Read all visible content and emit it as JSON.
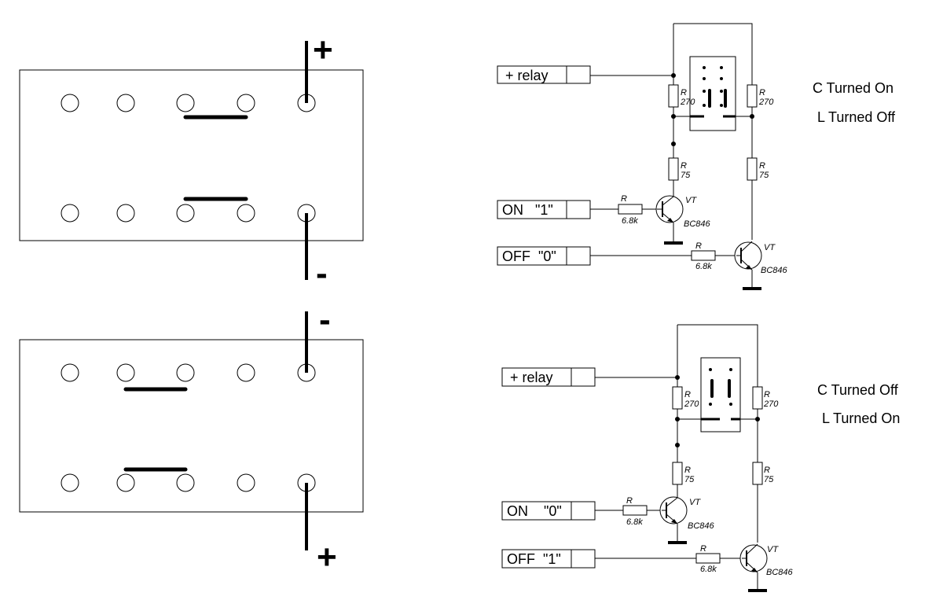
{
  "top": {
    "board": {
      "plus_sign": "+",
      "minus_sign": "-"
    },
    "circuit": {
      "relay_label": "+ relay",
      "on_label": "ON   \"1\"",
      "off_label": "OFF  \"0\"",
      "r_top_left": {
        "name": "R",
        "value": "270"
      },
      "r_top_right": {
        "name": "R",
        "value": "270"
      },
      "r_mid_left": {
        "name": "R",
        "value": "75"
      },
      "r_mid_right": {
        "name": "R",
        "value": "75"
      },
      "r_base_on": {
        "name": "R",
        "value": "6.8k"
      },
      "r_base_off": {
        "name": "R",
        "value": "6.8k"
      },
      "vt_on": {
        "name": "VT",
        "part": "BC846"
      },
      "vt_off": {
        "name": "VT",
        "part": "BC846"
      }
    },
    "state": {
      "line1": "C Turned On",
      "line2": "L Turned Off"
    }
  },
  "bottom": {
    "board": {
      "plus_sign": "+",
      "minus_sign": "-"
    },
    "circuit": {
      "relay_label": "+ relay",
      "on_label": "ON    \"0\"",
      "off_label": "OFF  \"1\"",
      "r_top_left": {
        "name": "R",
        "value": "270"
      },
      "r_top_right": {
        "name": "R",
        "value": "270"
      },
      "r_mid_left": {
        "name": "R",
        "value": "75"
      },
      "r_mid_right": {
        "name": "R",
        "value": "75"
      },
      "r_base_on": {
        "name": "R",
        "value": "6.8k"
      },
      "r_base_off": {
        "name": "R",
        "value": "6.8k"
      },
      "vt_on": {
        "name": "VT",
        "part": "BC846"
      },
      "vt_off": {
        "name": "VT",
        "part": "BC846"
      }
    },
    "state": {
      "line1": "C Turned Off",
      "line2": "L Turned On"
    }
  }
}
